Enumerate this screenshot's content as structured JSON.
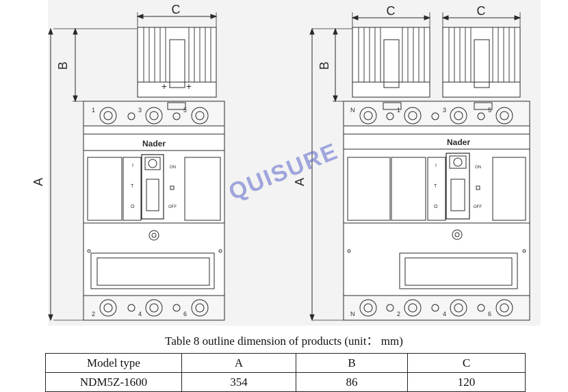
{
  "figure": {
    "dim_labels": {
      "a": "A",
      "b": "B",
      "c": "C"
    },
    "brand": "Nader",
    "switch_labels": {
      "on": "ON",
      "off": "OFF",
      "i": "I",
      "o": "O",
      "t": "T"
    },
    "terminal_numbers": [
      "1",
      "3",
      "5",
      "2",
      "4",
      "6",
      "N",
      "N"
    ],
    "watermark": "QUISURE"
  },
  "caption": "Table 8 outline dimension of products (unit： mm)",
  "table": {
    "headers": [
      "Model type",
      "A",
      "B",
      "C"
    ],
    "rows": [
      [
        "NDM5Z-1600",
        "354",
        "86",
        "120"
      ]
    ]
  },
  "colors": {
    "line": "#2a2a2a",
    "panel": "#f3f3f3",
    "watermark": "#5a64c8"
  }
}
